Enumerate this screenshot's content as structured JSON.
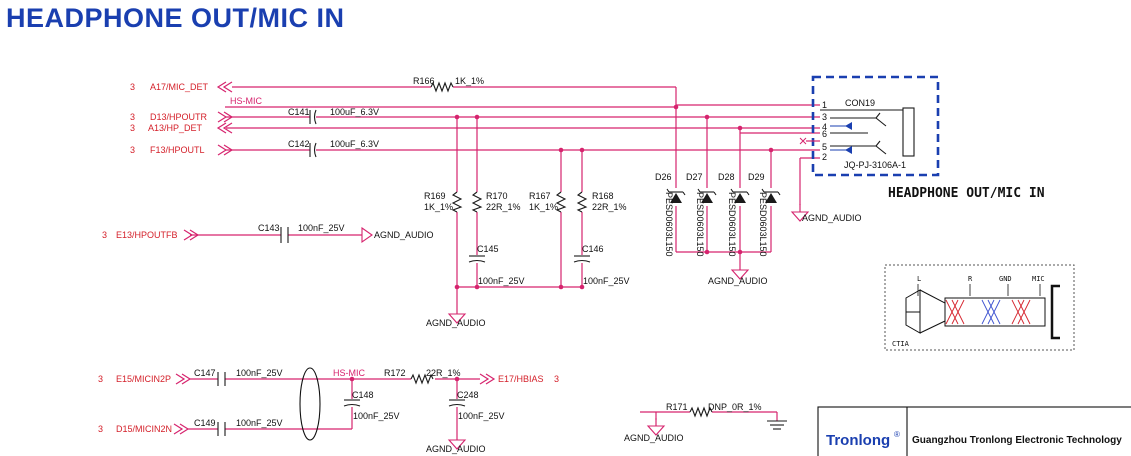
{
  "title": "HEADPHONE OUT/MIC IN",
  "connector": {
    "ref": "CON19",
    "part": "JQ-PJ-3106A-1",
    "caption": "HEADPHONE OUT/MIC IN",
    "pins": [
      "1",
      "3",
      "4",
      "6",
      "5",
      "2"
    ]
  },
  "sheet_num": "3",
  "ports": {
    "mic_det": "A17/MIC_DET",
    "hpoutr": "D13/HPOUTR",
    "hp_det": "A13/HP_DET",
    "hpoutl": "F13/HPOUTL",
    "hpoutfb": "E13/HPOUTFB",
    "micin2p": "E15/MICIN2P",
    "micin2n": "D15/MICIN2N",
    "hbias": "E17/HBIAS"
  },
  "nets": {
    "hs_mic_top": "HS-MIC",
    "hs_mic_bottom": "HS-MIC",
    "agnd": "AGND_AUDIO"
  },
  "parts": {
    "r166": {
      "ref": "R166",
      "value": "1K_1%"
    },
    "c141": {
      "ref": "C141",
      "value": "100uF_6.3V"
    },
    "c142": {
      "ref": "C142",
      "value": "100uF_6.3V"
    },
    "c143": {
      "ref": "C143",
      "value": "100nF_25V"
    },
    "r169": {
      "ref": "R169",
      "value": "1K_1%"
    },
    "r170": {
      "ref": "R170",
      "value": "22R_1%"
    },
    "r167": {
      "ref": "R167",
      "value": "1K_1%"
    },
    "r168": {
      "ref": "R168",
      "value": "22R_1%"
    },
    "c145": {
      "ref": "C145",
      "value": "100nF_25V"
    },
    "c146": {
      "ref": "C146",
      "value": "100nF_25V"
    },
    "d26": {
      "ref": "D26",
      "value": "PESD0603L150"
    },
    "d27": {
      "ref": "D27",
      "value": "PESD0603L150"
    },
    "d28": {
      "ref": "D28",
      "value": "PESD0603L150"
    },
    "d29": {
      "ref": "D29",
      "value": "PESD0603L150"
    },
    "c147": {
      "ref": "C147",
      "value": "100nF_25V"
    },
    "c149": {
      "ref": "C149",
      "value": "100nF_25V"
    },
    "r172": {
      "ref": "R172",
      "value": "22R_1%"
    },
    "c148": {
      "ref": "C148",
      "value": "100nF_25V"
    },
    "c248": {
      "ref": "C248",
      "value": "100nF_25V"
    },
    "r171": {
      "ref": "R171",
      "value": "DNP_0R_1%"
    }
  },
  "ctia": {
    "label": "CTIA",
    "l": "L",
    "r": "R",
    "gnd": "GND",
    "mic": "MIC"
  },
  "titleblock": {
    "logo": "Tronlong",
    "reg": "®",
    "company": "Guangzhou Tronlong Electronic Technology"
  }
}
